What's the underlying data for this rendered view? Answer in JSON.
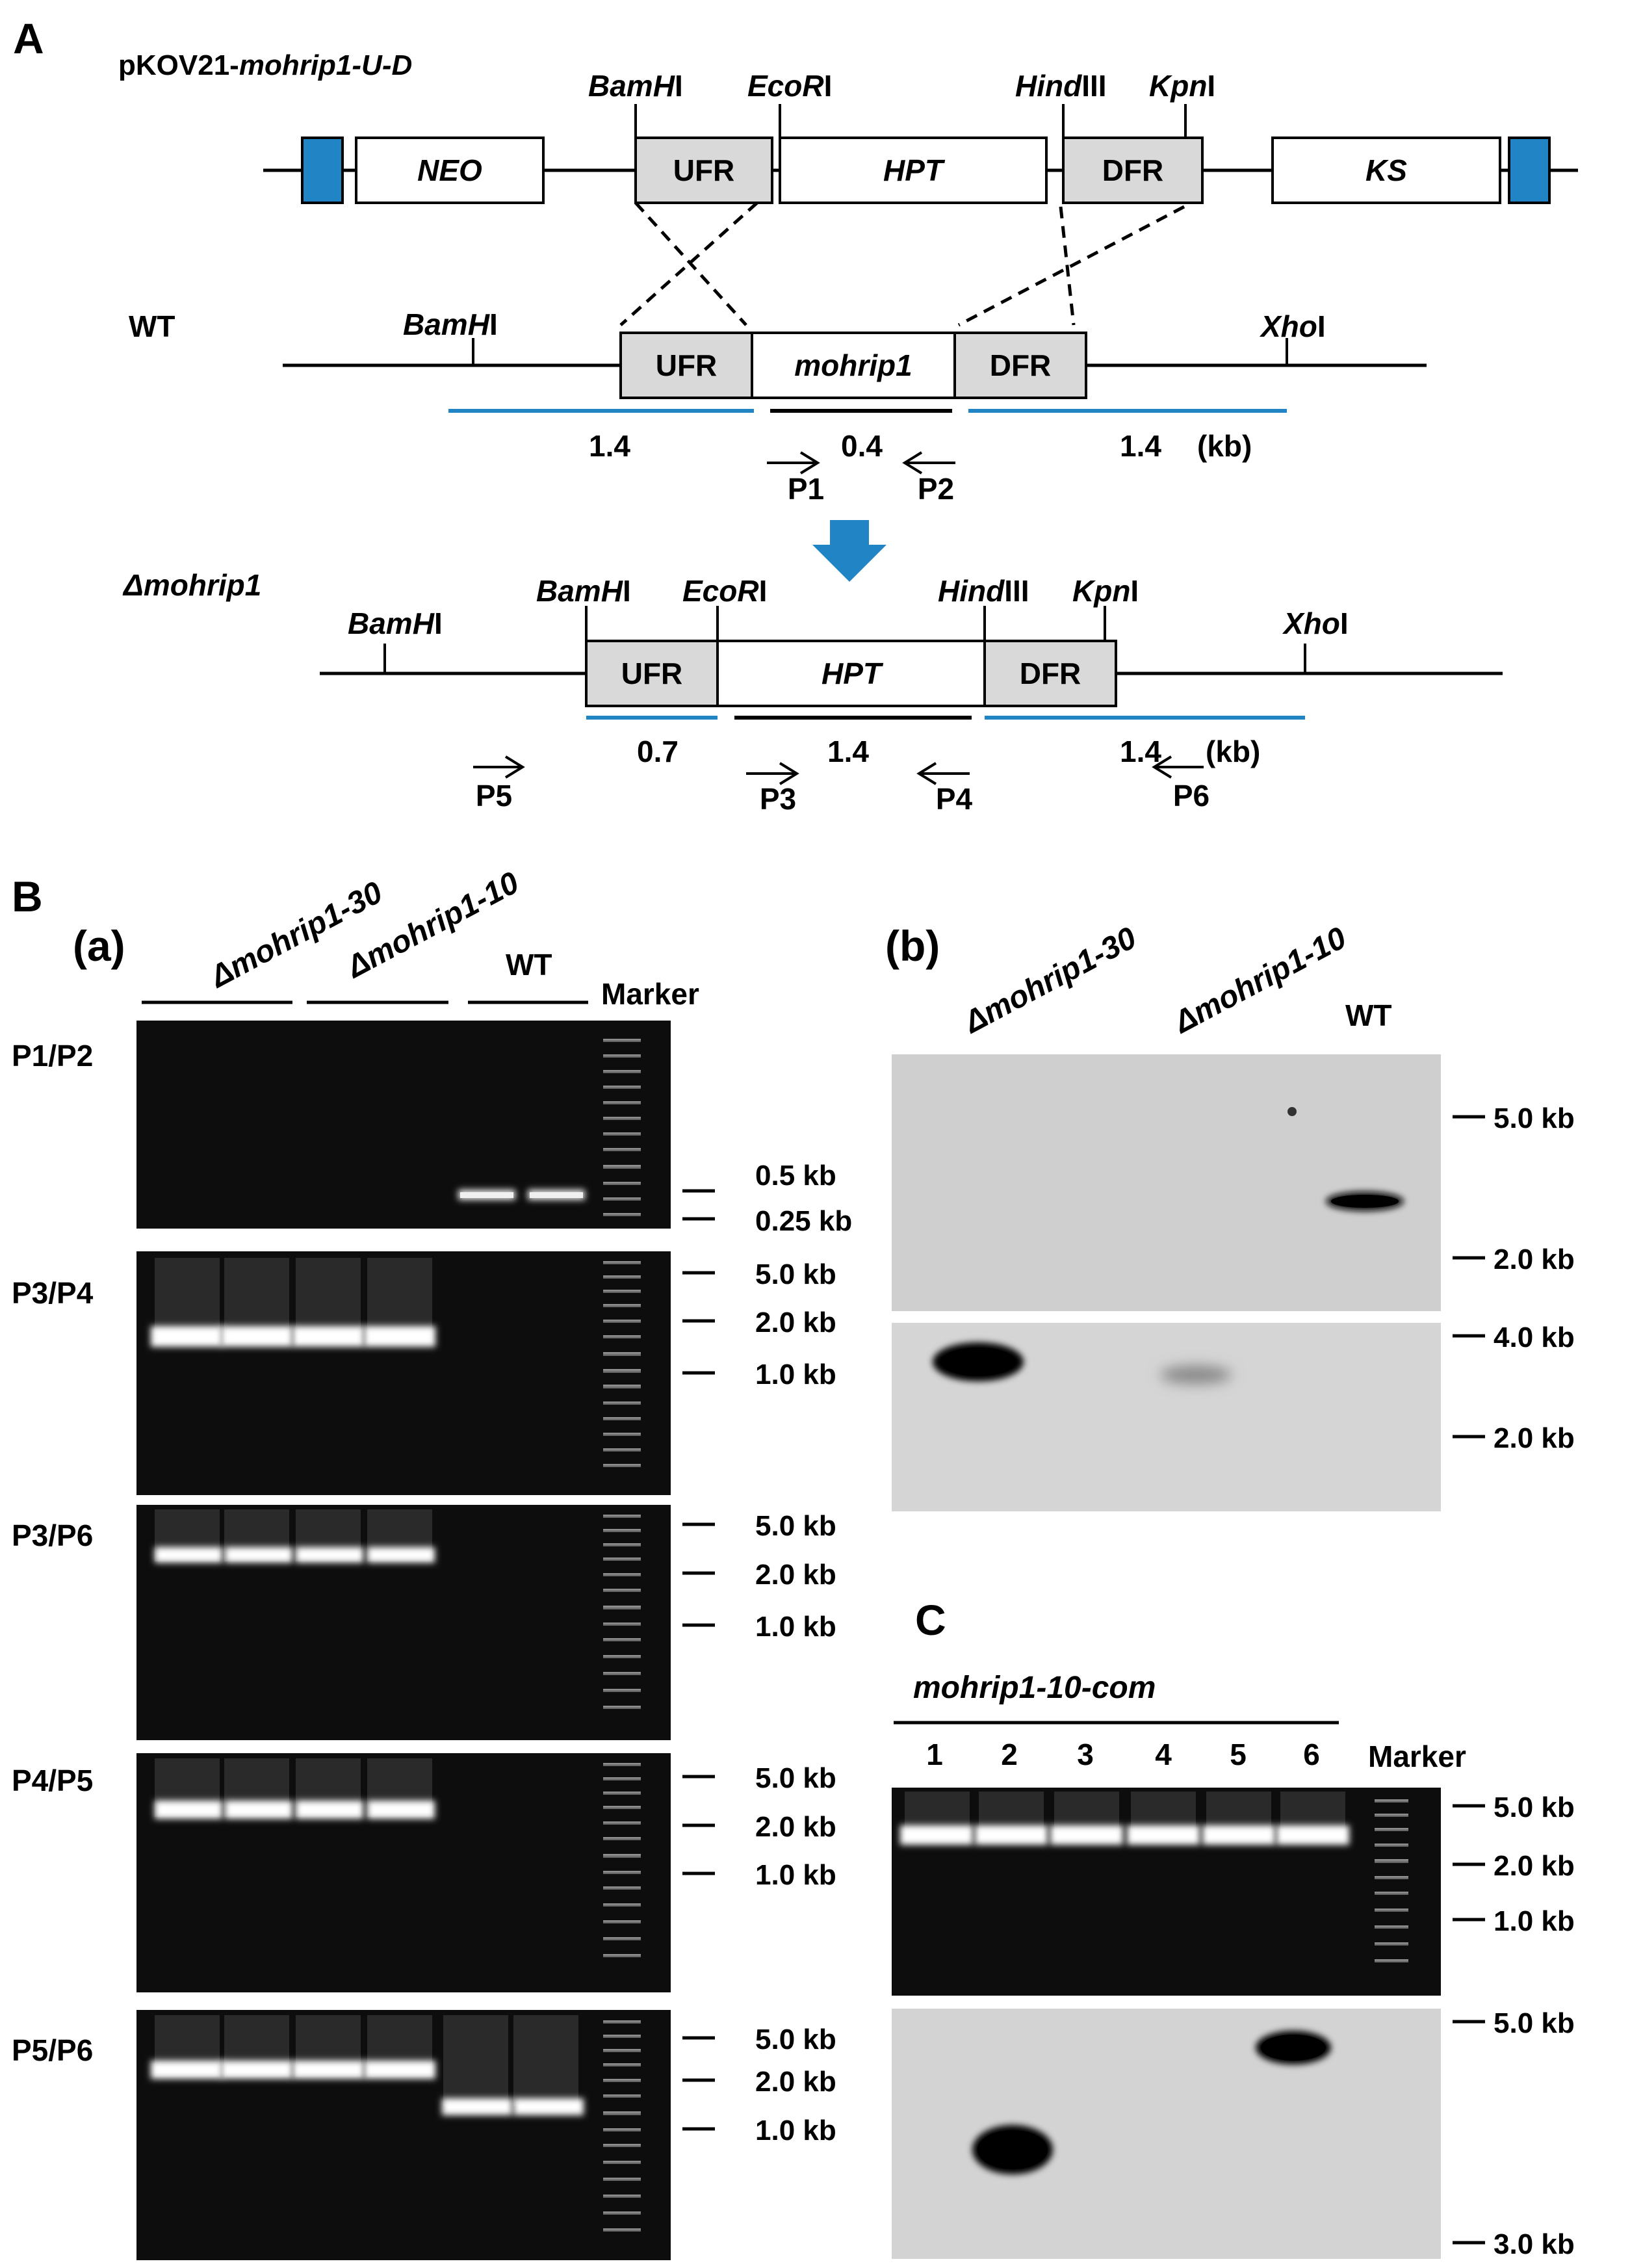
{
  "panelA": {
    "label": "A",
    "plasmid": {
      "name_prefix": "pKOV21-",
      "name_italic": "mohrip1-U-D",
      "boxes": [
        "NEO",
        "UFR",
        "HPT",
        "DFR",
        "KS"
      ],
      "sites": {
        "bamhi_it": "BamH",
        "bamhi_rest": "I",
        "ecori_it": "EcoR",
        "ecori_rest": "I",
        "hindiii_it": "Hind",
        "hindiii_rest": "III",
        "kpni_it": "Kpn",
        "kpni_rest": "I"
      }
    },
    "wt": {
      "label": "WT",
      "boxes": [
        "UFR",
        "mohrip1",
        "DFR"
      ],
      "site_bamhi_it": "BamH",
      "site_bamhi_rest": "I",
      "site_xhoi_it": "Xho",
      "site_xhoi_rest": "I",
      "sizes": [
        "1.4",
        "0.4",
        "1.4",
        "(kb)"
      ],
      "primers": [
        "P1",
        "P2"
      ]
    },
    "ko": {
      "label": "Δmohrip1",
      "boxes": [
        "UFR",
        "HPT",
        "DFR"
      ],
      "sites": {
        "bamhi1_it": "BamH",
        "bamhi1_rest": "I",
        "bamhi2_it": "BamH",
        "bamhi2_rest": "I",
        "ecori_it": "EcoR",
        "ecori_rest": "I",
        "hindiii_it": "Hind",
        "hindiii_rest": "III",
        "kpni_it": "Kpn",
        "kpni_rest": "I",
        "xhoi_it": "Xho",
        "xhoi_rest": "I"
      },
      "sizes": [
        "0.7",
        "1.4",
        "1.4",
        "(kb)"
      ],
      "primers": [
        "P5",
        "P3",
        "P4",
        "P6"
      ]
    }
  },
  "panelB": {
    "label": "B",
    "sub_a": "(a)",
    "sub_b": "(b)",
    "lanes": {
      "ko30": "Δmohrip1-30",
      "ko10": "Δmohrip1-10",
      "wt": "WT",
      "marker": "Marker"
    },
    "gels": [
      {
        "primer": "P1/P2",
        "markers": [
          "0.5 kb",
          "0.25 kb"
        ]
      },
      {
        "primer": "P3/P4",
        "markers": [
          "5.0 kb",
          "2.0 kb",
          "1.0 kb"
        ]
      },
      {
        "primer": "P3/P6",
        "markers": [
          "5.0 kb",
          "2.0 kb",
          "1.0 kb"
        ]
      },
      {
        "primer": "P4/P5",
        "markers": [
          "5.0 kb",
          "2.0 kb",
          "1.0 kb"
        ]
      },
      {
        "primer": "P5/P6",
        "markers": [
          "5.0 kb",
          "2.0 kb",
          "1.0 kb"
        ]
      }
    ],
    "southern_top_markers": [
      "5.0 kb",
      "2.0 kb"
    ],
    "southern_bottom_markers": [
      "4.0 kb",
      "2.0 kb"
    ]
  },
  "panelC": {
    "label": "C",
    "strain": "mohrip1-10-com",
    "lanes": [
      "1",
      "2",
      "3",
      "4",
      "5",
      "6"
    ],
    "marker": "Marker",
    "gel_markers": [
      "5.0 kb",
      "2.0 kb",
      "1.0 kb"
    ],
    "blot_markers": [
      "5.0 kb",
      "3.0 kb"
    ]
  }
}
